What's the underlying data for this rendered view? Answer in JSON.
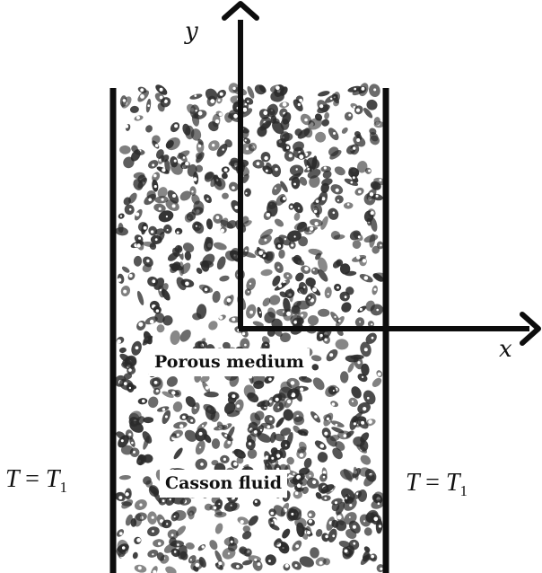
{
  "diagram": {
    "axes": {
      "x_label": "x",
      "y_label": "y"
    },
    "regions": {
      "porous_label": "Porous medium",
      "fluid_label": "Casson fluid"
    },
    "boundaries": {
      "left_wall": {
        "symbol": "T",
        "equals": "=",
        "value_symbol": "T",
        "value_subscript": "1"
      },
      "right_wall": {
        "symbol": "T",
        "equals": "=",
        "value_symbol": "T",
        "value_subscript": "1"
      }
    },
    "colors": {
      "line": "#0d0d0d",
      "grain": "#2a2a2a",
      "background": "#ffffff"
    }
  }
}
